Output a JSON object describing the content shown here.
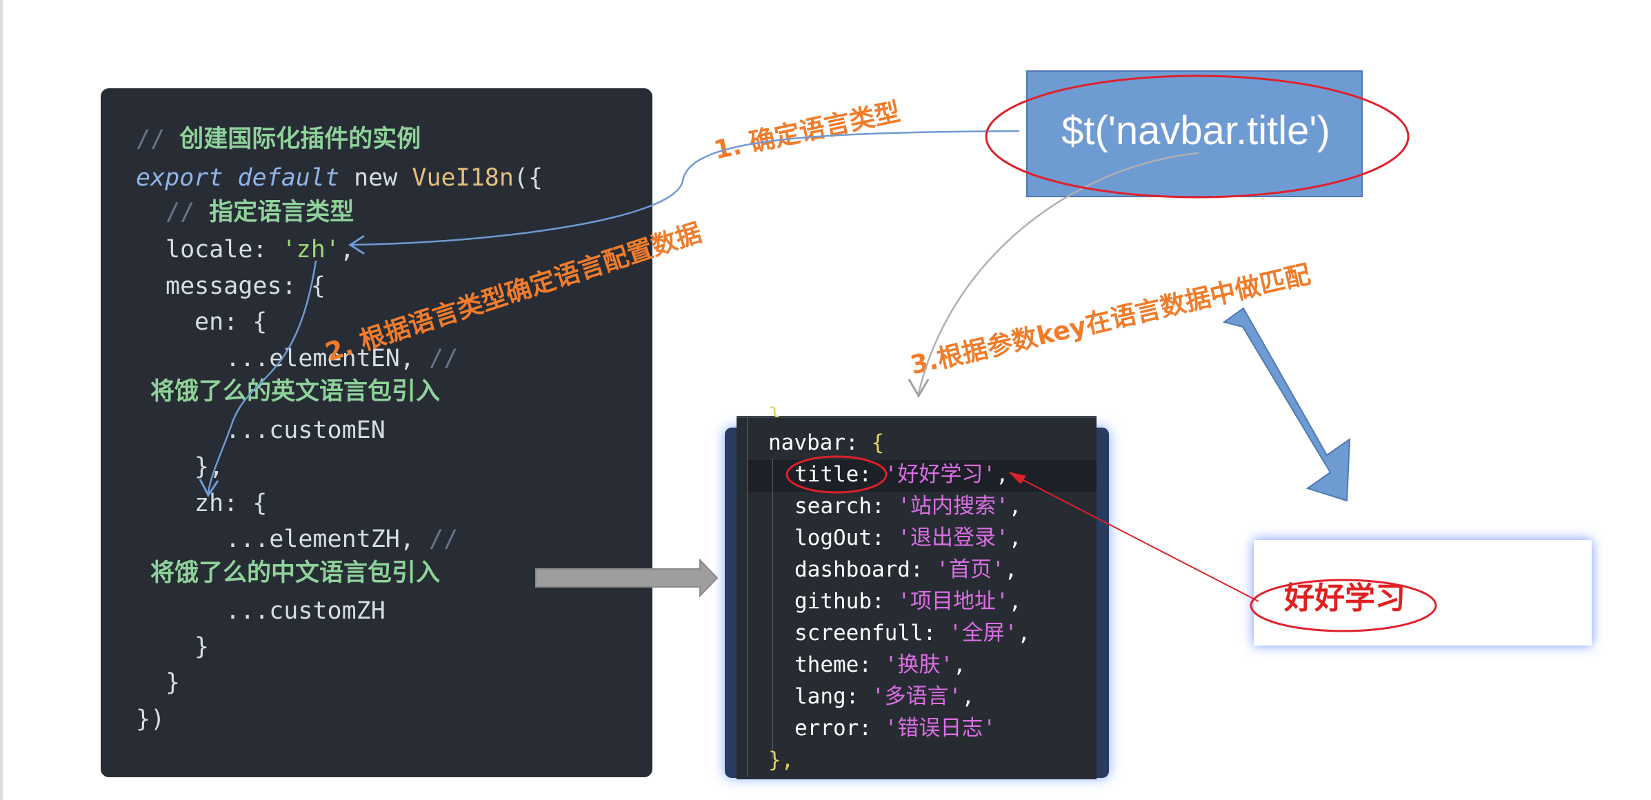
{
  "left_code": {
    "comment_slashes": "//",
    "comment1": "创建国际化插件的实例",
    "kw_export": "export",
    "kw_default": "default",
    "kw_new": "new",
    "class_name": "VueI18n",
    "open_paren_brace": "({",
    "comment2": "指定语言类型",
    "locale_key": "locale:",
    "locale_value": "'zh'",
    "locale_comma": ",",
    "messages_line": "messages: {",
    "en_line": "en: {",
    "element_en": "...elementEN,",
    "en_comment": "将饿了么的英文语言包引入",
    "custom_en": "...customEN",
    "close_en": "},",
    "zh_line": "zh: {",
    "element_zh": "...elementZH,",
    "zh_comment": "将饿了么的中文语言包引入",
    "custom_zh": "...customZH",
    "close_zh": "}",
    "close_messages": "}",
    "close_all": "})"
  },
  "right_code": {
    "top_fragment": "},",
    "navbar_line": "navbar:",
    "open_brace": "{",
    "entries": [
      {
        "key": "title:",
        "value": "'好好学习'",
        "comma": ","
      },
      {
        "key": "search:",
        "value": "'站内搜索'",
        "comma": ","
      },
      {
        "key": "logOut:",
        "value": "'退出登录'",
        "comma": ","
      },
      {
        "key": "dashboard:",
        "value": "'首页'",
        "comma": ","
      },
      {
        "key": "github:",
        "value": "'项目地址'",
        "comma": ","
      },
      {
        "key": "screenfull:",
        "value": "'全屏'",
        "comma": ","
      },
      {
        "key": "theme:",
        "value": "'换肤'",
        "comma": ","
      },
      {
        "key": "lang:",
        "value": "'多语言'",
        "comma": ","
      },
      {
        "key": "error:",
        "value": "'错误日志'",
        "comma": ""
      }
    ],
    "close_brace": "},"
  },
  "call_expression": "$t('navbar.title')",
  "result_text": "好好学习",
  "steps": {
    "step1": "1. 确定语言类型",
    "step2": "2. 根据语言类型确定语言配置数据",
    "step3": "3.根据参数key在语言数据中做匹配"
  },
  "colors": {
    "step_label": "#f07c2b",
    "highlight_ellipse": "#e0202a",
    "call_box": "#6f9bd3",
    "code_background": "#282d35"
  }
}
